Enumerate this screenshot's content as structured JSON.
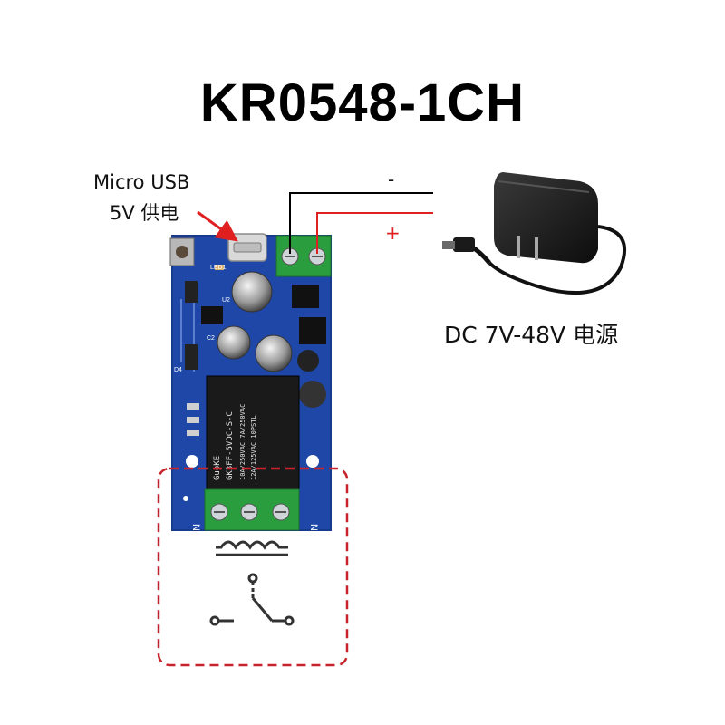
{
  "title": "KR0548-1CH",
  "usb_label": {
    "line1": "Micro USB",
    "line2": "5V 供电"
  },
  "wire_labels": {
    "negative": "-",
    "positive": "+"
  },
  "power_supply_label": "DC 7V-48V 电源",
  "board": {
    "relay_marking": [
      "GuoKE",
      "GK3FF-5VDC-S-C",
      "10A/250VAC 7A/250VAC",
      "12A/125VAC 10PSTL"
    ],
    "bottom_silkscreen": "NO",
    "silkscreen_labels": [
      "LED1",
      "U2",
      "C2",
      "D4"
    ]
  },
  "colors": {
    "pcb": "#1f47a8",
    "terminal": "#2a9d3e",
    "wire_positive": "#e02020",
    "wire_negative": "#000000",
    "dashed_box": "#c8232c",
    "arrow": "#e02020"
  },
  "icons": [
    "relay-coil-icon",
    "relay-switch-icon",
    "power-adapter-icon"
  ]
}
